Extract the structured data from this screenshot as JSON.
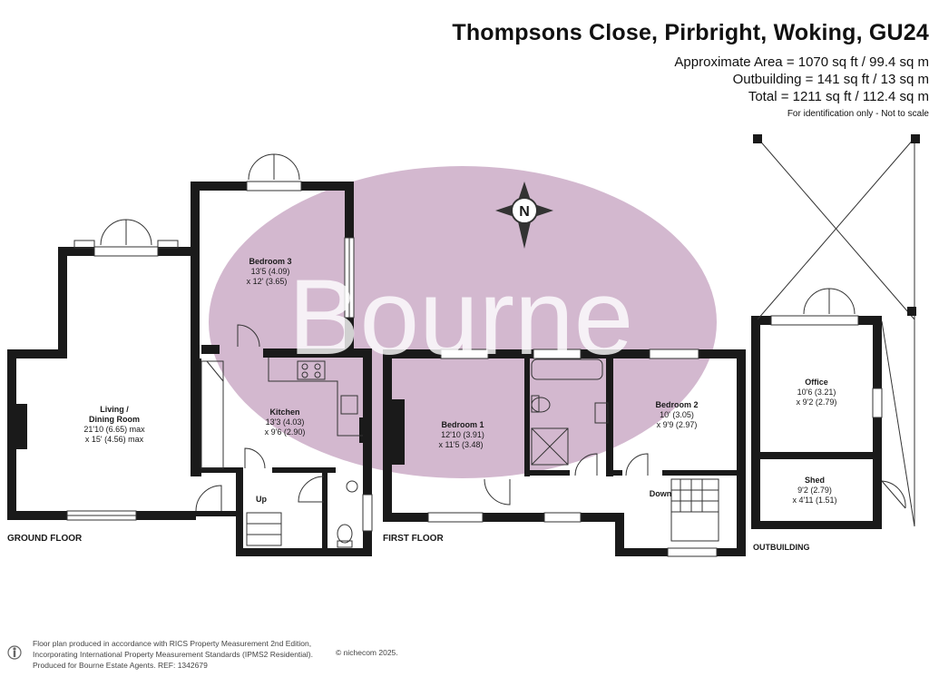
{
  "header": {
    "address": "Thompsons Close, Pirbright, Woking, GU24",
    "approx_area": "Approximate Area = 1070 sq ft / 99.4 sq m",
    "outbuilding_area": "Outbuilding = 141 sq ft / 13 sq m",
    "total_area": "Total = 1211 sq ft / 112.4 sq m",
    "disclaimer": "For identification only - Not to scale"
  },
  "watermark": {
    "text": "Bourne",
    "color": "#c8a6c3"
  },
  "compass": {
    "letter": "N"
  },
  "floors": {
    "ground": "GROUND FLOOR",
    "first": "FIRST FLOOR",
    "outbuilding": "OUTBUILDING"
  },
  "rooms": {
    "living": {
      "name1": "Living /",
      "name2": "Dining Room",
      "dim1": "21'10 (6.65) max",
      "dim2": "x 15' (4.56) max"
    },
    "bedroom3": {
      "name": "Bedroom 3",
      "dim1": "13'5 (4.09)",
      "dim2": "x 12' (3.65)"
    },
    "kitchen": {
      "name": "Kitchen",
      "dim1": "13'3 (4.03)",
      "dim2": "x 9'6 (2.90)"
    },
    "bedroom1": {
      "name": "Bedroom 1",
      "dim1": "12'10 (3.91)",
      "dim2": "x 11'5 (3.48)"
    },
    "bedroom2": {
      "name": "Bedroom 2",
      "dim1": "10' (3.05)",
      "dim2": "x 9'9 (2.97)"
    },
    "office": {
      "name": "Office",
      "dim1": "10'6 (3.21)",
      "dim2": "x 9'2 (2.79)"
    },
    "shed": {
      "name": "Shed",
      "dim1": "9'2 (2.79)",
      "dim2": "x 4'11 (1.51)"
    }
  },
  "stairs": {
    "up": "Up",
    "down": "Down"
  },
  "footer": {
    "line1": "Floor plan produced in accordance with RICS Property Measurement 2nd Edition,",
    "line2": "Incorporating International Property Measurement Standards (IPMS2 Residential).",
    "line3": "Produced for Bourne Estate Agents.   REF:  1342679",
    "copyright": "© nichecom 2025."
  }
}
